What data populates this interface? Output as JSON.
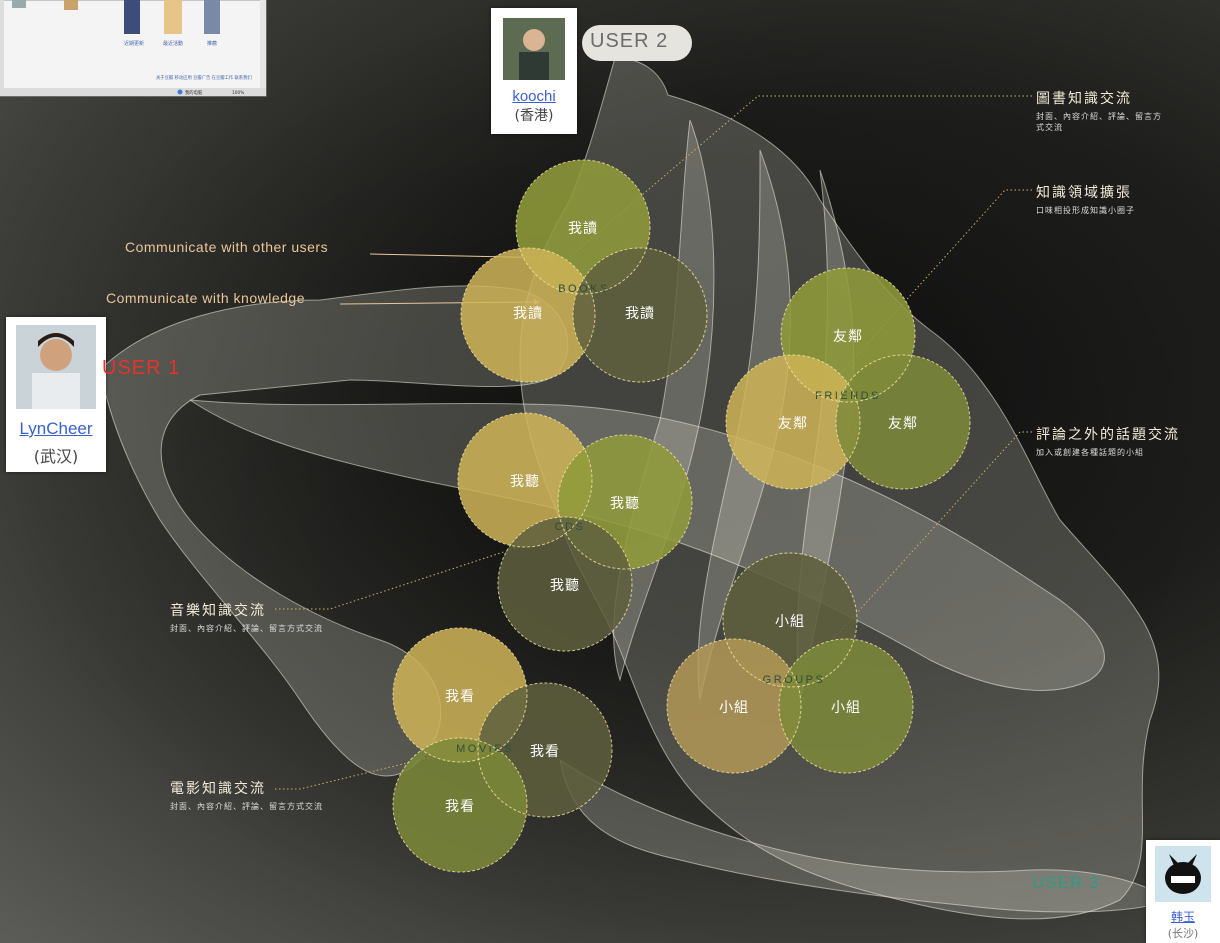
{
  "screenshot": {
    "sort_labels": [
      "近期更新",
      "最近活動",
      "推薦"
    ],
    "footer_links": "关于豆瓣 移动应用 豆瓣广告 在豆瓣工作 联系我们",
    "status_left": "我的电脑",
    "status_right": "100%"
  },
  "users": {
    "user1": {
      "label": "USER 1",
      "name": "LynCheer",
      "location": "(武汉)"
    },
    "user2": {
      "label": "USER 2",
      "name": "koochi",
      "location": "(香港)"
    },
    "user3": {
      "label": "USER 3",
      "name": "韩玉",
      "location": "(长沙)"
    }
  },
  "groups": {
    "books": {
      "label": "BOOKS",
      "bubble": "我讀"
    },
    "friends": {
      "label": "FRIENDS",
      "bubble": "友鄰"
    },
    "cds": {
      "label": "CDS",
      "bubble": "我聽"
    },
    "groups": {
      "label": "GROUPS",
      "bubble": "小組"
    },
    "movies": {
      "label": "MOVIES",
      "bubble": "我看"
    }
  },
  "english_notes": {
    "users": "Communicate with  other users",
    "knowledge": "Communicate with knowledge"
  },
  "annotations": {
    "books": {
      "title": "圖書知識交流",
      "sub": "封面、內容介紹、評論、留言方式交流"
    },
    "domain": {
      "title": "知識領域擴張",
      "sub": "口味相投形成知識小圈子"
    },
    "topics": {
      "title": "評論之外的話題交流",
      "sub": "加入或創建各種話題的小組"
    },
    "music": {
      "title": "音樂知識交流",
      "sub": "封面、內容介紹、評論、留言方式交流"
    },
    "movies": {
      "title": "電影知識交流",
      "sub": "封面、內容介紹、評論、留言方式交流"
    }
  },
  "colors": {
    "user1_label": "#e8322a",
    "user2_label": "#6c6c6c",
    "user3_label": "#2f9a86",
    "bubble_gold": "#cfb457",
    "bubble_olive": "#8f9a3a",
    "bubble_dark": "#5f603e",
    "flow": "#efebe0",
    "note_line": "#c9b25a"
  }
}
